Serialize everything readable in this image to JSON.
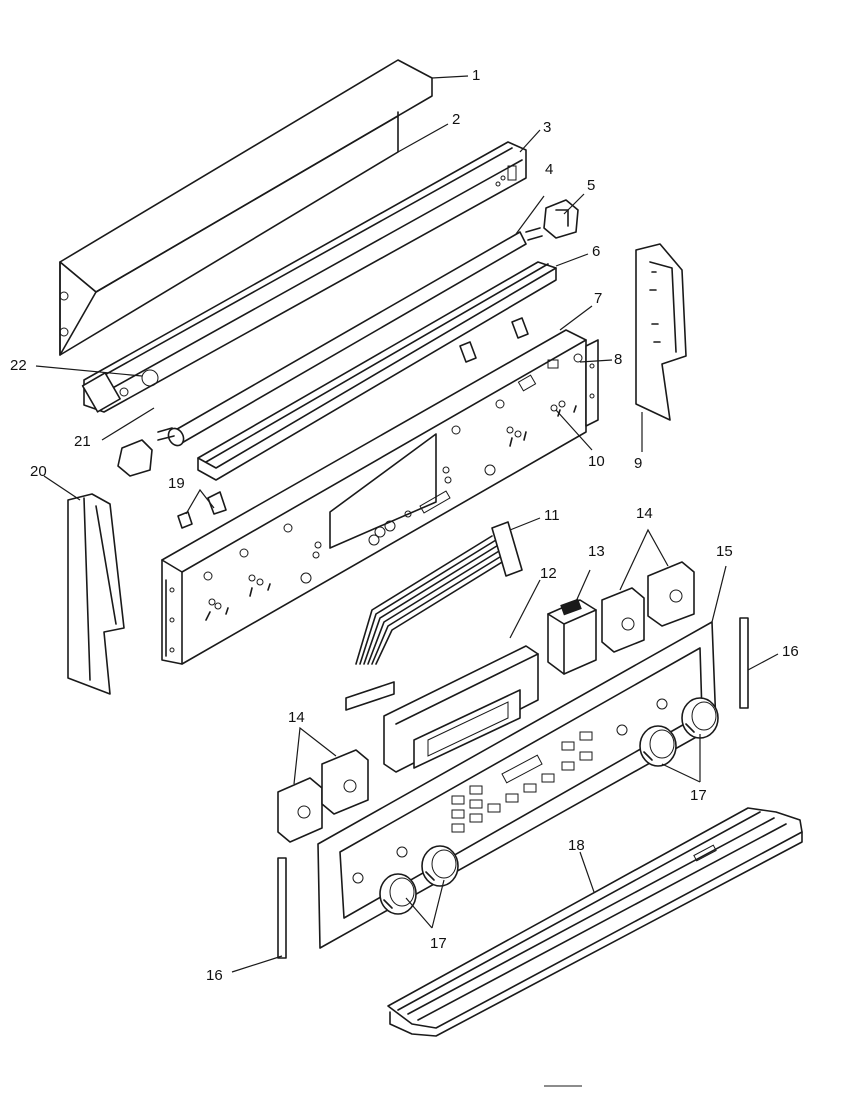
{
  "diagram": {
    "callouts": {
      "c1": "1",
      "c2": "2",
      "c3": "3",
      "c4": "4",
      "c5": "5",
      "c6": "6",
      "c7": "7",
      "c8": "8",
      "c9": "9",
      "c10": "10",
      "c11": "11",
      "c12": "12",
      "c13": "13",
      "c14a": "14",
      "c14b": "14",
      "c15": "15",
      "c16a": "16",
      "c16b": "16",
      "c17a": "17",
      "c17b": "17",
      "c18": "18",
      "c19": "19",
      "c20": "20",
      "c21": "21",
      "c22": "22"
    }
  }
}
